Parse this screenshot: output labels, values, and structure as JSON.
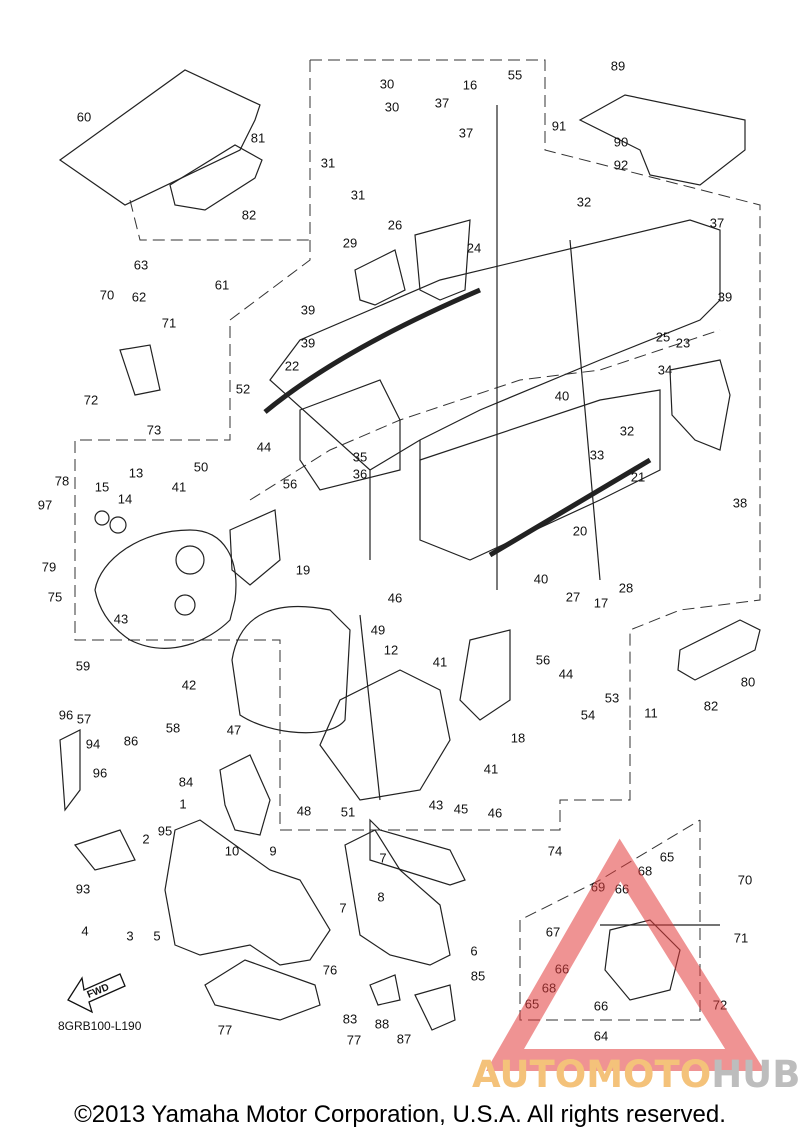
{
  "diagram": {
    "drawing_code": "8GRB100-L190",
    "fwd_label": "FWD",
    "callouts": [
      "1",
      "2",
      "3",
      "4",
      "5",
      "6",
      "7",
      "7",
      "8",
      "9",
      "10",
      "11",
      "12",
      "13",
      "14",
      "15",
      "16",
      "17",
      "18",
      "19",
      "20",
      "21",
      "22",
      "23",
      "24",
      "25",
      "26",
      "27",
      "28",
      "29",
      "30",
      "30",
      "31",
      "31",
      "32",
      "32",
      "33",
      "34",
      "35",
      "36",
      "37",
      "37",
      "37",
      "38",
      "39",
      "39",
      "39",
      "40",
      "40",
      "41",
      "41",
      "41",
      "42",
      "43",
      "43",
      "44",
      "44",
      "45",
      "46",
      "46",
      "47",
      "48",
      "49",
      "50",
      "51",
      "52",
      "53",
      "54",
      "55",
      "56",
      "56",
      "57",
      "58",
      "59",
      "60",
      "61",
      "62",
      "63",
      "64",
      "65",
      "65",
      "66",
      "66",
      "66",
      "67",
      "68",
      "68",
      "69",
      "70",
      "70",
      "71",
      "71",
      "72",
      "72",
      "73",
      "74",
      "75",
      "76",
      "77",
      "77",
      "78",
      "79",
      "80",
      "81",
      "82",
      "82",
      "83",
      "84",
      "85",
      "86",
      "87",
      "88",
      "89",
      "90",
      "91",
      "92",
      "93",
      "94",
      "95",
      "96",
      "96",
      "97"
    ]
  },
  "footer": {
    "copyright": "©2013 Yamaha Motor Corporation, U.S.A. All rights reserved."
  },
  "watermark": {
    "part1": "AUTOMOTO",
    "part2": "HUB"
  },
  "colors": {
    "line": "#222222",
    "watermark_red": "#e23b3b",
    "watermark_orange": "#f4c27a",
    "watermark_gray": "#bdbdbd"
  }
}
